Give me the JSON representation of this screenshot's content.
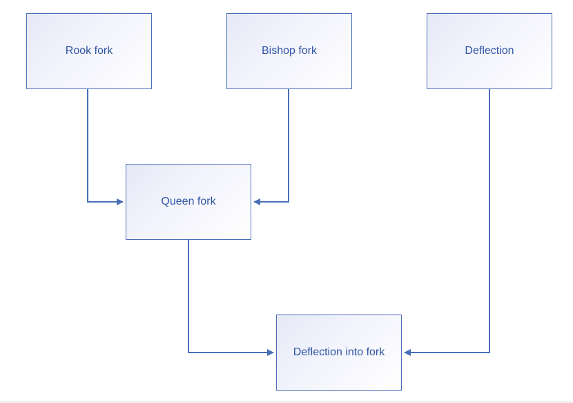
{
  "diagram": {
    "nodes": {
      "rook_fork": "Rook fork",
      "bishop_fork": "Bishop fork",
      "deflection": "Deflection",
      "queen_fork": "Queen fork",
      "deflection_into_fork": "Deflection into fork"
    },
    "edges": [
      {
        "from": "rook_fork",
        "to": "queen_fork"
      },
      {
        "from": "bishop_fork",
        "to": "queen_fork"
      },
      {
        "from": "queen_fork",
        "to": "deflection_into_fork"
      },
      {
        "from": "deflection",
        "to": "deflection_into_fork"
      }
    ],
    "colors": {
      "stroke": "#4a6fb8",
      "text": "#2f55a4",
      "fill_start": "#e6e8f7",
      "fill_end": "#ffffff"
    }
  }
}
